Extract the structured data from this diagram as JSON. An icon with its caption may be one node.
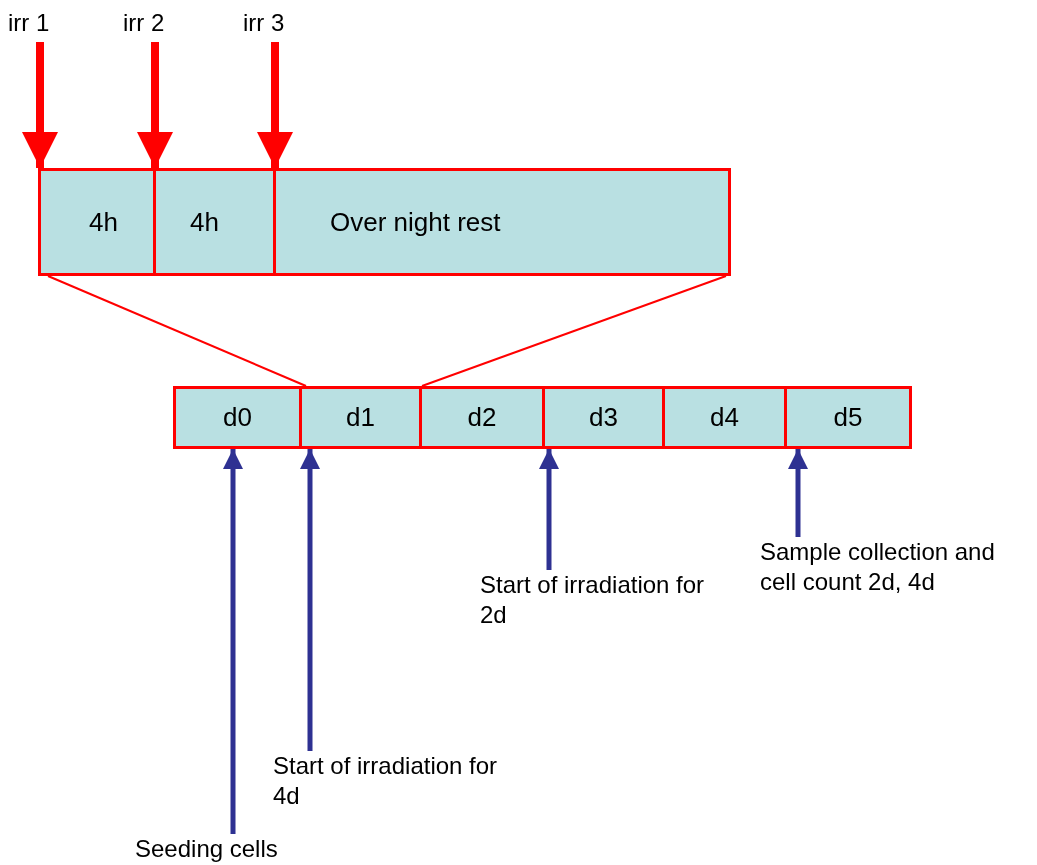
{
  "diagram": {
    "nodes": [
      {
        "text": [
          "irr 1"
        ]
      },
      {
        "text": [
          "irr 2"
        ]
      },
      {
        "text": [
          "irr 3"
        ]
      },
      {
        "text": [
          "4h"
        ]
      },
      {
        "text": [
          "4h"
        ]
      },
      {
        "text": [
          "Over night rest"
        ]
      },
      {
        "text": [
          "d0"
        ]
      },
      {
        "text": [
          "d1"
        ]
      },
      {
        "text": [
          "d2"
        ]
      },
      {
        "text": [
          "d3"
        ]
      },
      {
        "text": [
          "d4"
        ]
      },
      {
        "text": [
          "d5"
        ]
      },
      {
        "text": [
          "Seeding cells"
        ]
      },
      {
        "text": [
          "Start of irradiation for 4d"
        ]
      },
      {
        "text": [
          "Start of irradiation for 2d"
        ]
      },
      {
        "text": [
          "Sample collection and cell count 2d, 4d"
        ]
      }
    ],
    "edges": [
      {
        "from": 0,
        "to": 3,
        "arrow": "to"
      },
      {
        "from": 1,
        "to": 4,
        "arrow": "to"
      },
      {
        "from": 2,
        "to": 5,
        "arrow": "to"
      },
      {
        "from": 3,
        "to": 7,
        "arrow": "none"
      },
      {
        "from": 5,
        "to": 8,
        "arrow": "none"
      },
      {
        "from": 12,
        "to": 6,
        "arrow": "to",
        "color": "#2e3192"
      },
      {
        "from": 13,
        "to": 7,
        "arrow": "to",
        "color": "#2e3192"
      },
      {
        "from": 14,
        "to": 9,
        "arrow": "to",
        "color": "#2e3192"
      },
      {
        "from": 15,
        "to": 11,
        "arrow": "to",
        "color": "#2e3192"
      }
    ]
  }
}
